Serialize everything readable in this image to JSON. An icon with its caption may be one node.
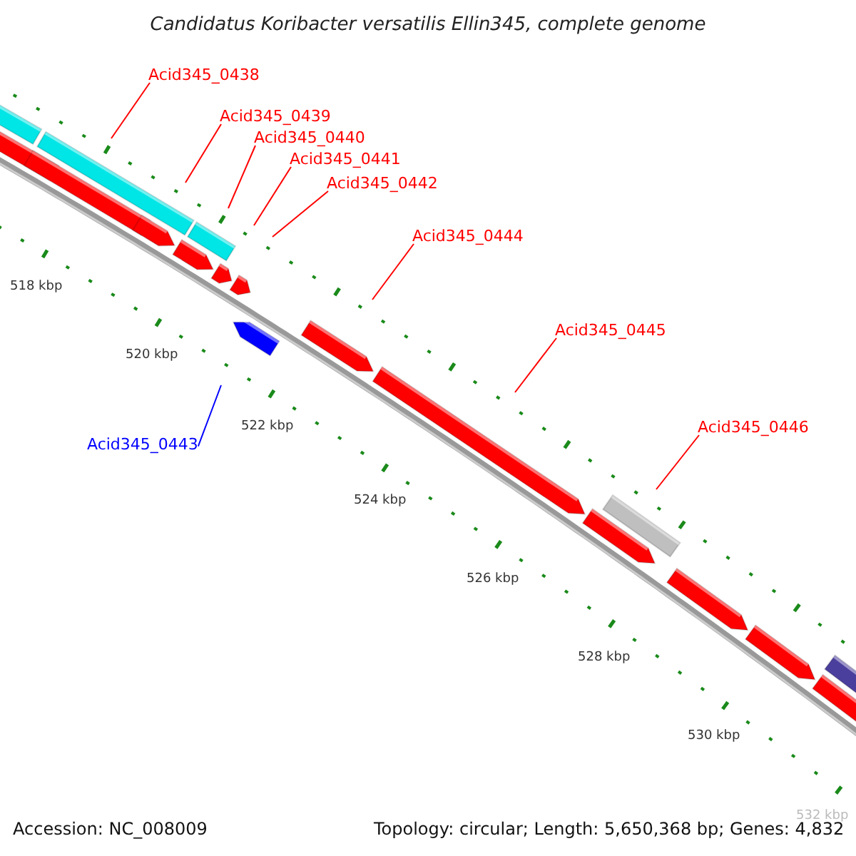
{
  "diagram": {
    "title": "Candidatus Koribacter versatilis Ellin345, complete genome",
    "nodes": [
      {
        "text": [
          "Acid345_0438"
        ]
      },
      {
        "text": [
          "Acid345_0439"
        ]
      },
      {
        "text": [
          "Acid345_0440"
        ]
      },
      {
        "text": [
          "Acid345_0441"
        ]
      },
      {
        "text": [
          "Acid345_0442"
        ]
      },
      {
        "text": [
          "Acid345_0444"
        ]
      },
      {
        "text": [
          "Acid345_0445"
        ]
      },
      {
        "text": [
          "Acid345_0446"
        ]
      },
      {
        "text": [
          "Acid345_0443"
        ]
      }
    ],
    "edges": [
      {
        "from": 0,
        "to": null,
        "arrow": "none"
      },
      {
        "from": 1,
        "to": null,
        "arrow": "none"
      },
      {
        "from": 2,
        "to": null,
        "arrow": "none"
      },
      {
        "from": 3,
        "to": null,
        "arrow": "none"
      },
      {
        "from": 4,
        "to": null,
        "arrow": "none"
      },
      {
        "from": 5,
        "to": null,
        "arrow": "none"
      },
      {
        "from": 6,
        "to": null,
        "arrow": "none"
      },
      {
        "from": 7,
        "to": null,
        "arrow": "none"
      },
      {
        "from": 8,
        "to": null,
        "arrow": "none",
        "color": "#0000ff"
      }
    ],
    "labels": [
      "518 kbp",
      "520 kbp",
      "522 kbp",
      "524 kbp",
      "526 kbp",
      "528 kbp",
      "530 kbp",
      "532 kbp",
      "Accession: NC_008009",
      "Topology: circular; Length: 5,650,368 bp; Genes: 4,832"
    ]
  }
}
